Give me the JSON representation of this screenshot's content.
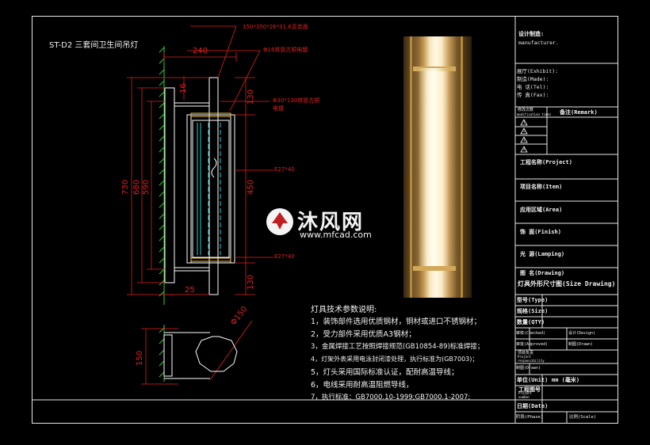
{
  "sheet": {
    "title": "ST-D2 三套间卫生间吊灯"
  },
  "dimensions": {
    "top_note": "150*350*26*31.6亚克面",
    "tube_note": "Φ16铁管古铜电镀",
    "pipe_note_1": "Φ30*130铁管古铜",
    "pipe_note_2": "电镀",
    "e27_top": "E27*40",
    "e27_bottom": "E27*40",
    "width_240": "240",
    "d16": "16",
    "d130_top": "130",
    "d450": "450",
    "d130_bottom": "130",
    "d25": "25",
    "d730": "730",
    "d680": "680",
    "d590": "590",
    "d150": "150",
    "dia150": "Φ150"
  },
  "notes": {
    "heading": "灯具技术参数说明:",
    "lines": [
      "1，装饰部件选用优质钢材，铜材或进口不锈钢材；",
      "2，受力部件采用优质A3钢材；",
      "3，金属焊接工艺按照焊接规范(GB10854-89)标准焊接；",
      "4，灯架外表采用电泳封闭漆处理，执行标准为(GB7003)；",
      "5，灯头采用国际标准认证，配耐高温导线；",
      "6，电线采用耐高温阻燃导线，",
      "7，执行标准：GB7000.10-1999;GB7000.1-2007;"
    ]
  },
  "title_block": {
    "maker_label": "设计制造:",
    "maker_en": "manufacturer.",
    "exhibit": "展厅(Exhibit):",
    "made": "制造(Made):",
    "tel": "电    话(Tel):",
    "fax": "传    真(Fax):",
    "revision_label": "修改次数",
    "revision_en": "modification times",
    "remark": "备注(Remark)",
    "rev_marks": [
      "1",
      "2",
      "3",
      "4"
    ],
    "project": "工程名称(Project)",
    "item": "项目名称(Item)",
    "area": "应用区域(Area)",
    "finish": "饰    面(Finish)",
    "lamping": "光    源(Lamping)",
    "drawing": "图    名(Drawing)",
    "drawing_value": "灯具外形尺寸图(Size Drawing)",
    "type": "型号(Type)",
    "size": "规格(Size)",
    "qty": "数量(QTY)",
    "checked": "审核(Checked)",
    "designer_label": "设计(Design)",
    "approved": "审批(Approved)",
    "drawn": "制图(Drawn)",
    "project_person_1": "项目负责",
    "project_person_2": "Project",
    "project_person_3": "responsibility",
    "unit": "单位(Unit)",
    "unit_value": "mm (毫米)",
    "drawing_no_1": "工程图号",
    "drawing_no_2": "Project",
    "drawing_no_3": "number",
    "date": "日期(Date)",
    "phase": "阶段(Phase)",
    "scale": "比例(Scale)"
  },
  "watermark": {
    "brand": "沐风网",
    "url": "www.mfcad.com"
  },
  "colors": {
    "background": "#000000",
    "frame": "#e8e8e8",
    "dimension": "#e02020",
    "geometry": "#ffffff",
    "wall_hatch": "#38c838",
    "tube": "#33c8c8"
  }
}
